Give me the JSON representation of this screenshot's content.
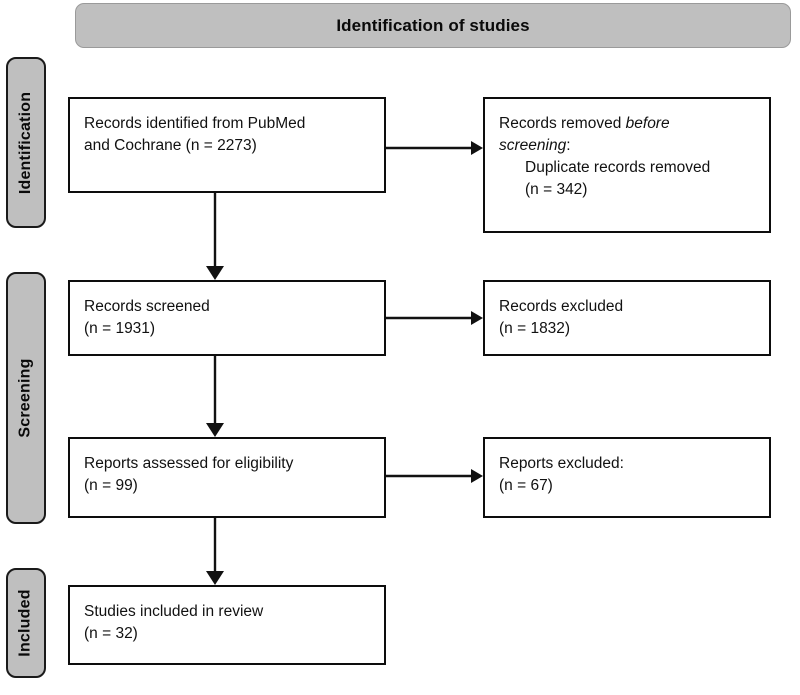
{
  "banner": {
    "title": "Identification of studies"
  },
  "stages": [
    {
      "id": "identification",
      "label": "Identification"
    },
    {
      "id": "screening",
      "label": "Screening"
    },
    {
      "id": "included",
      "label": "Included"
    }
  ],
  "boxes": {
    "identified": {
      "line1": "Records identified from PubMed",
      "line2": "and Cochrane (n = 2273)"
    },
    "removed": {
      "line1_prefix": "Records removed ",
      "line1_italic": "before",
      "line2_italic": "screening",
      "line2_suffix": ":",
      "line3": "Duplicate records removed",
      "line4": "(n = 342)"
    },
    "screened": {
      "line1": "Records screened",
      "line2": "(n = 1931)"
    },
    "records_excluded": {
      "line1": "Records excluded",
      "line2": "(n = 1832)"
    },
    "eligibility": {
      "line1": "Reports assessed for eligibility",
      "line2": "(n = 99)"
    },
    "reports_excluded": {
      "line1": "Reports excluded:",
      "line2": "(n = 67)"
    },
    "included": {
      "line1": "Studies included in review",
      "line2": "(n = 32)"
    }
  },
  "flow_data": {
    "type": "prisma-flow",
    "identified_total": 2273,
    "duplicates_removed": 342,
    "records_screened": 1931,
    "records_excluded": 1832,
    "reports_assessed": 99,
    "reports_excluded": 67,
    "studies_included": 32,
    "sources": [
      "PubMed",
      "Cochrane"
    ]
  },
  "colors": {
    "banner_fill": "#bfbfbf",
    "stage_fill": "#bfbfbf",
    "box_border": "#0d0d0d",
    "text": "#111111",
    "connector": "#111111"
  }
}
